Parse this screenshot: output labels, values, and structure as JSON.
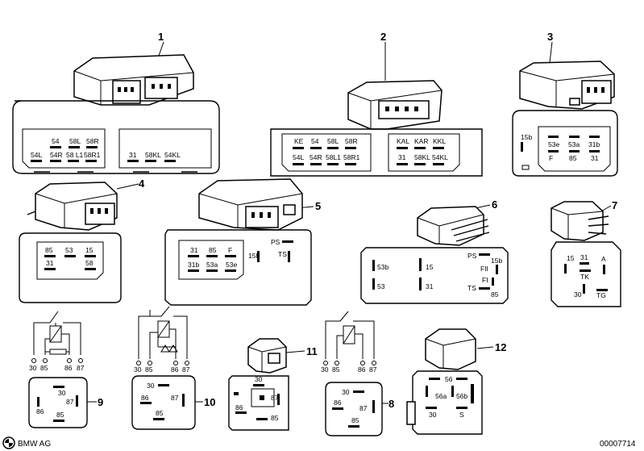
{
  "diagram": {
    "part_numbers": [
      "1",
      "2",
      "3",
      "4",
      "5",
      "6",
      "7",
      "8",
      "9",
      "10",
      "11",
      "12"
    ],
    "relay1": {
      "row1": [
        "54",
        "58L",
        "58R"
      ],
      "row2": [
        "54L",
        "54R",
        "58 L1",
        "58R1"
      ],
      "right": [
        "31",
        "58KL",
        "54KL"
      ]
    },
    "relay2": {
      "left_row1": [
        "KE",
        "54",
        "58L",
        "58R"
      ],
      "left_row2": [
        "54L",
        "54R",
        "58L1",
        "58R1"
      ],
      "right_row1": [
        "KAL",
        "KAR",
        "KKL"
      ],
      "right_row2": [
        "31",
        "58KL",
        "54KL"
      ]
    },
    "relay3": {
      "side": "15b",
      "row1": [
        "53e",
        "53a",
        "31b"
      ],
      "row2": [
        "F",
        "85",
        "31"
      ]
    },
    "relay4": {
      "row1": [
        "85",
        "53",
        "15"
      ],
      "row2": [
        "31",
        "58"
      ]
    },
    "relay5": {
      "row1": [
        "31",
        "85",
        "F"
      ],
      "row2": [
        "31b",
        "53a",
        "53e"
      ],
      "side": [
        "15b",
        "PS",
        "TS"
      ]
    },
    "relay6": {
      "left": [
        "53b",
        "53"
      ],
      "mid": [
        "15",
        "31"
      ],
      "right": [
        "PS",
        "15b",
        "FII",
        "FI",
        "TS",
        "85"
      ]
    },
    "relay7": {
      "labels": [
        "15",
        "31",
        "A",
        "TK",
        "30",
        "TG"
      ]
    },
    "relay8": {
      "labels": [
        "30",
        "86",
        "87",
        "85"
      ]
    },
    "relay9": {
      "labels": [
        "30",
        "87",
        "86",
        "85"
      ]
    },
    "relay10": {
      "labels": [
        "30",
        "86",
        "87",
        "85"
      ]
    },
    "relay11": {
      "labels": [
        "30",
        "87",
        "86",
        "85"
      ]
    },
    "relay12": {
      "labels": [
        "56",
        "56a",
        "56b",
        "30",
        "S"
      ]
    },
    "schematic_a": {
      "pins": [
        "30",
        "85",
        "86",
        "87"
      ]
    },
    "schematic_b": {
      "pins": [
        "30",
        "85",
        "86",
        "87"
      ]
    },
    "schematic_c": {
      "pins": [
        "30",
        "85",
        "86",
        "87"
      ]
    },
    "footer": {
      "brand": "BMW AG",
      "code": "00007714"
    }
  }
}
